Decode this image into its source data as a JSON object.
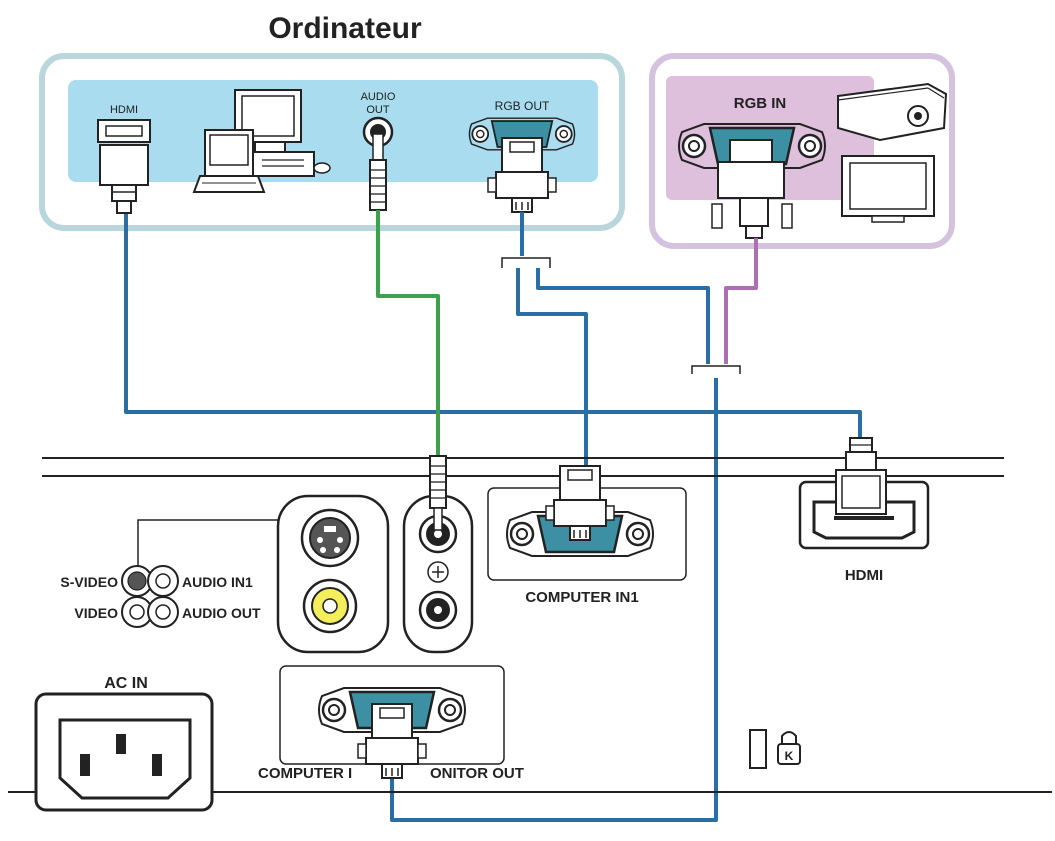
{
  "title": "Ordinateur",
  "computer_ports": {
    "hdmi": "HDMI",
    "audio_out_line1": "AUDIO",
    "audio_out_line2": "OUT",
    "rgb_out": "RGB OUT"
  },
  "monitor_ports": {
    "rgb_in": "RGB IN"
  },
  "projector_ports": {
    "s_video": "S-VIDEO",
    "video": "VIDEO",
    "audio_in1": "AUDIO IN1",
    "audio_out": "AUDIO OUT",
    "computer_in1": "COMPUTER IN1",
    "hdmi": "HDMI",
    "ac_in": "AC IN",
    "computer_in2_monitor_out_left": "COMPUTER I",
    "computer_in2_monitor_out_right": "ONITOR OUT"
  },
  "colors": {
    "computer_frame": "#b9d6dd",
    "computer_panel": "#a8dcee",
    "monitor_frame": "#d5c2df",
    "monitor_panel": "#dec0dc",
    "cable_video": "#2a6ea6",
    "cable_audio": "#3da04a",
    "cable_monitor": "#ae6eb4",
    "vga_face": "#3d8fa3"
  }
}
